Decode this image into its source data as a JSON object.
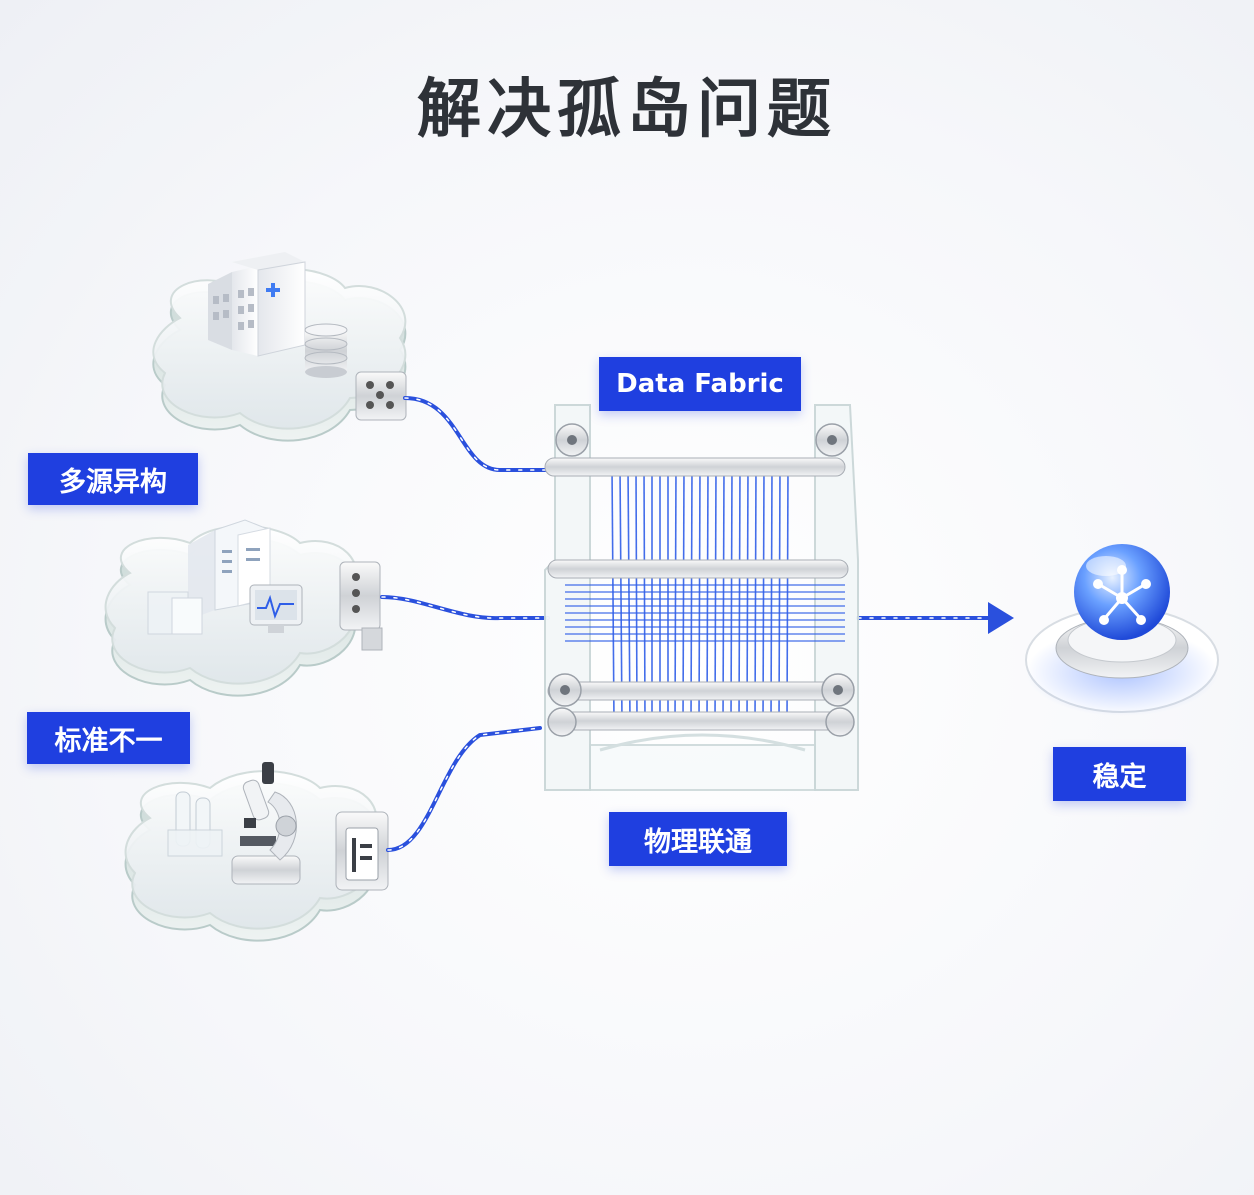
{
  "title": "解决孤岛问题",
  "labels": {
    "data_fabric": "Data Fabric",
    "heterogeneous": "多源异构",
    "inconsistent_standards": "标准不一",
    "physical_connectivity": "物理联通",
    "stable": "稳定"
  },
  "colors": {
    "accent": "#1f3fe0",
    "title": "#2e3238",
    "thread": "#2f5ee8"
  },
  "icons": {
    "island_1": "hospital-building-icon",
    "island_2": "server-monitor-icon",
    "island_3": "microscope-lab-icon",
    "center": "loom-fabric-icon",
    "output": "network-sphere-icon"
  }
}
